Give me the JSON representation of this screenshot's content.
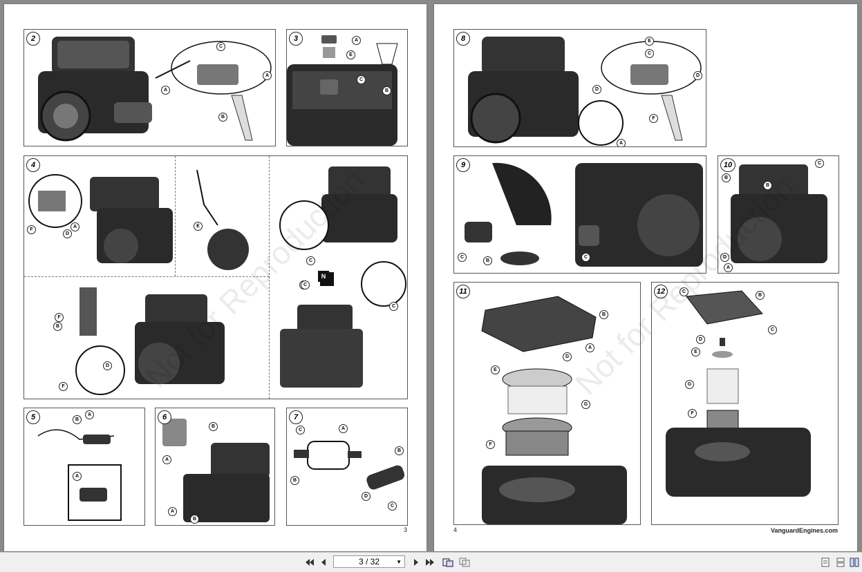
{
  "left_page": {
    "page_number": "3",
    "watermark": "Not for Reproduction",
    "steps": [
      {
        "number": "2",
        "callouts": [
          "A",
          "B",
          "C",
          "A"
        ]
      },
      {
        "number": "3",
        "callouts": [
          "A",
          "E",
          "C",
          "B"
        ]
      },
      {
        "number": "4",
        "callouts": [
          "F",
          "D",
          "A",
          "E",
          "C",
          "C",
          "C",
          "F",
          "B",
          "D",
          "F",
          "C"
        ]
      },
      {
        "number": "5",
        "callouts": [
          "B",
          "A",
          "A"
        ]
      },
      {
        "number": "6",
        "callouts": [
          "B",
          "A",
          "A",
          "B"
        ]
      },
      {
        "number": "7",
        "callouts": [
          "C",
          "A",
          "B",
          "B",
          "D",
          "C"
        ]
      }
    ],
    "extra_label": "N"
  },
  "right_page": {
    "page_number": "4",
    "brand_url": "VanguardEngines.com",
    "watermark": "Not for Reproduction",
    "steps": [
      {
        "number": "8",
        "callouts": [
          "E",
          "C",
          "D",
          "D",
          "F",
          "A"
        ]
      },
      {
        "number": "9",
        "callouts": [
          "C",
          "B",
          "C"
        ]
      },
      {
        "number": "10",
        "callouts": [
          "B",
          "C",
          "B",
          "D",
          "A"
        ]
      },
      {
        "number": "11",
        "callouts": [
          "B",
          "A",
          "D",
          "E",
          "G",
          "F"
        ]
      },
      {
        "number": "12",
        "callouts": [
          "C",
          "B",
          "C",
          "D",
          "E",
          "G",
          "F"
        ]
      }
    ]
  },
  "toolbar": {
    "page_indicator": "3 / 32",
    "icons": [
      "first-page-icon",
      "prev-page-icon",
      "next-page-icon",
      "last-page-icon",
      "rotate-icon",
      "fit-icon",
      "single-page-icon",
      "continuous-icon",
      "two-page-icon"
    ]
  },
  "colors": {
    "background": "#8a8a8a",
    "page": "#ffffff",
    "toolbar": "#f0f0f0"
  }
}
